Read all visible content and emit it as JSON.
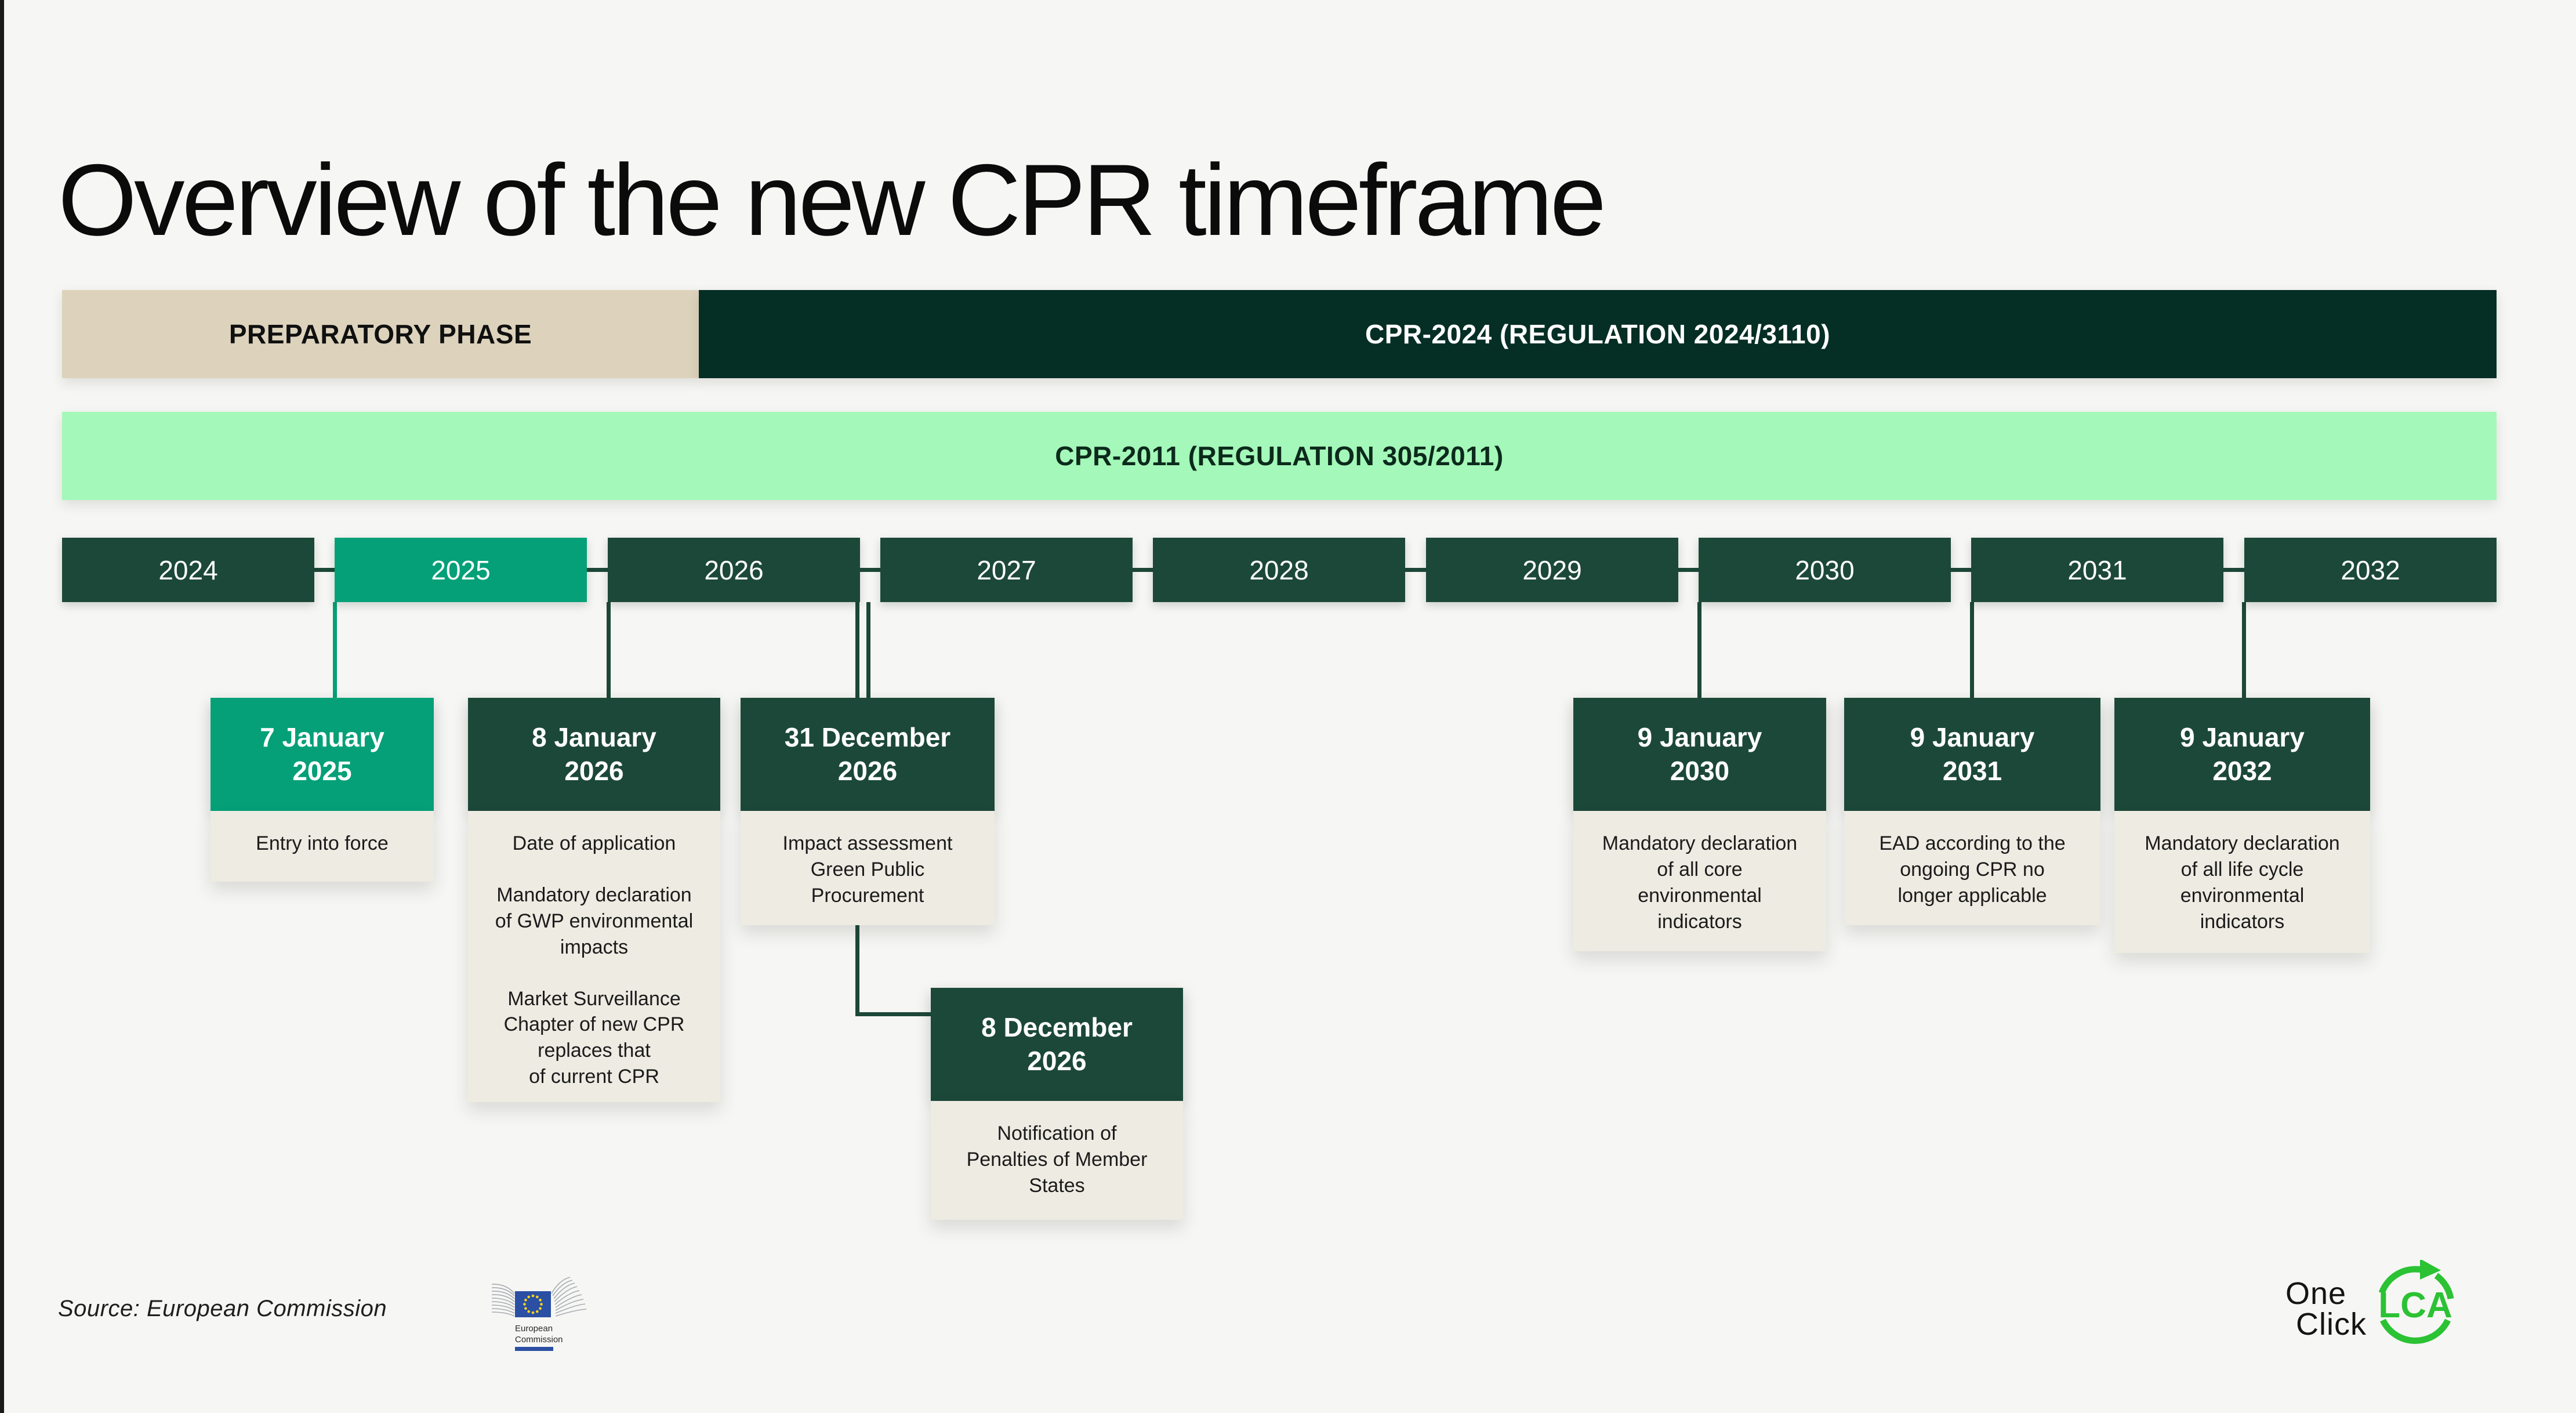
{
  "slide": {
    "title": "Overview of the new CPR timeframe",
    "source_note": "Source: European Commission"
  },
  "phases": {
    "preparatory": "PREPARATORY PHASE",
    "cpr2024": "CPR-2024 (REGULATION 2024/3110)",
    "cpr2011": "CPR-2011 (REGULATION 305/2011)"
  },
  "timeline": {
    "years": [
      "2024",
      "2025",
      "2026",
      "2027",
      "2028",
      "2029",
      "2030",
      "2031",
      "2032"
    ],
    "highlighted_year": "2025"
  },
  "events": [
    {
      "date": "7 January\n2025",
      "highlight": true,
      "paragraphs": [
        "Entry into force"
      ]
    },
    {
      "date": "8 January\n2026",
      "paragraphs": [
        "Date of application",
        "Mandatory declaration\nof GWP environmental\nimpacts",
        "Market Surveillance\nChapter of new CPR\nreplaces that\nof current CPR"
      ]
    },
    {
      "date": "31 December\n2026",
      "paragraphs": [
        "Impact assessment\nGreen Public\nProcurement"
      ]
    },
    {
      "date": "8 December\n2026",
      "paragraphs": [
        "Notification of\nPenalties of Member\nStates"
      ]
    },
    {
      "date": "9 January\n2030",
      "paragraphs": [
        "Mandatory declaration\nof all core\nenvironmental\nindicators"
      ]
    },
    {
      "date": "9 January\n2031",
      "paragraphs": [
        "EAD according to the\nongoing CPR no\nlonger applicable"
      ]
    },
    {
      "date": "9 January\n2032",
      "paragraphs": [
        "Mandatory declaration\nof all life cycle\nenvironmental\nindicators"
      ]
    }
  ],
  "logos": {
    "european_commission": {
      "line1": "European",
      "line2": "Commission"
    },
    "one_click_lca": {
      "line1": "One",
      "line2": "Click",
      "emblem": "LCA"
    }
  },
  "colors": {
    "background": "#f6f6f4",
    "dark_green": "#1c4839",
    "deep_green": "#052e24",
    "teal": "#05a078",
    "light_green": "#a4f8b9",
    "beige": "#ddd3bc",
    "card_beige": "#edebe2",
    "text_dark": "#141414",
    "eu_blue": "#2b4fa2",
    "eu_yellow": "#ffd617",
    "lca_green": "#2bc234"
  }
}
